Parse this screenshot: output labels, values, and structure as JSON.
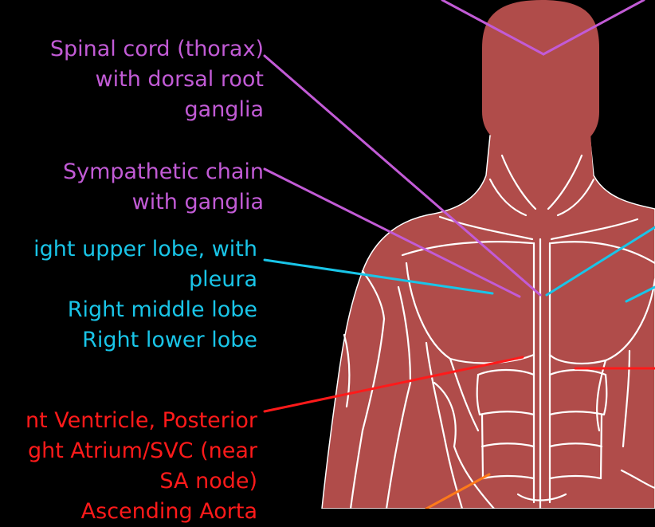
{
  "colors": {
    "background": "#000000",
    "body_fill": "#b04c4a",
    "muscle_outline": "#ffffff",
    "nervous": "#c25bd6",
    "lungs": "#19c5e8",
    "heart": "#ff1a1a",
    "vessel": "#ff7a1a"
  },
  "labels": {
    "spinal_cord": [
      "Spinal cord (thorax)",
      "with dorsal root",
      "ganglia"
    ],
    "sympathetic": [
      "Sympathetic chain",
      "with ganglia"
    ],
    "lungs": [
      "ight upper lobe, with",
      "pleura",
      "Right middle lobe",
      "Right lower lobe"
    ],
    "heart": [
      "nt Ventricle, Posterior",
      "ght Atrium/SVC (near",
      "SA node)",
      "Ascending Aorta"
    ]
  }
}
